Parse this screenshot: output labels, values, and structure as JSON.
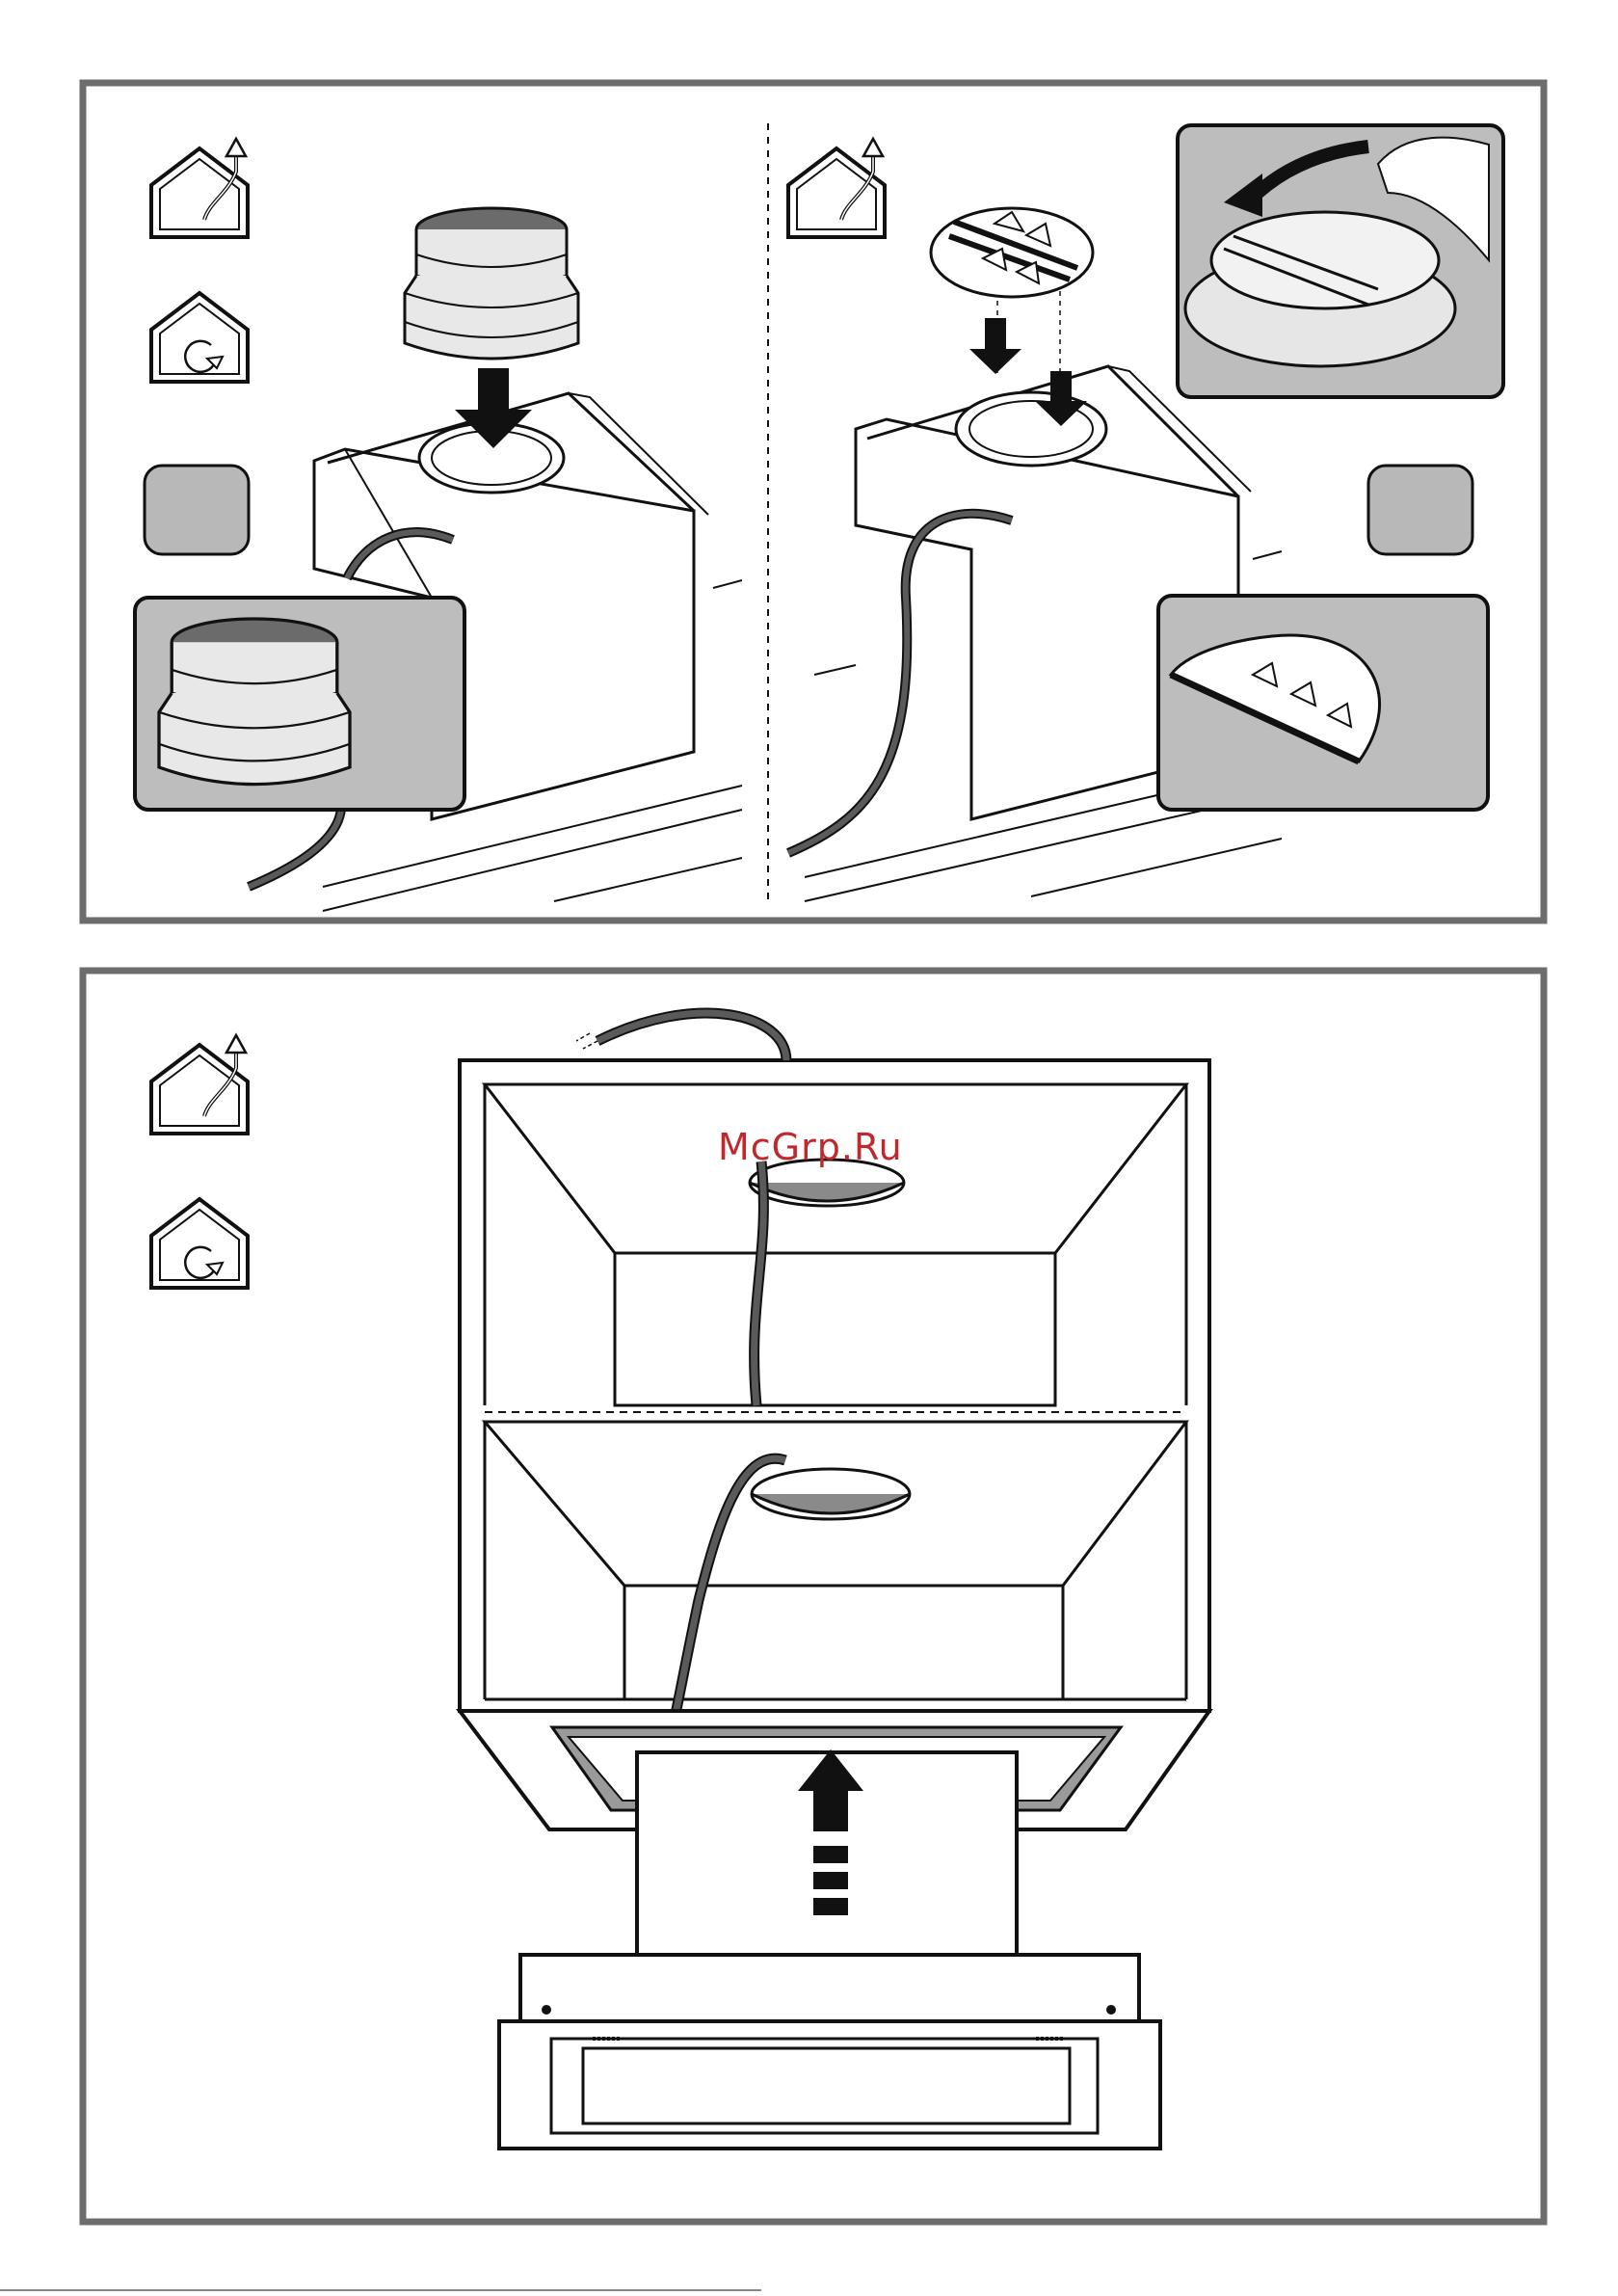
{
  "watermark": "McGrp.Ru",
  "panels": [
    {
      "name": "top-panel",
      "steps": [
        "ducted-installation",
        "recirculation-installation"
      ]
    },
    {
      "name": "bottom-panel",
      "steps": [
        "ducted-installation",
        "recirculation-installation"
      ]
    }
  ],
  "icons": [
    "ducted-mode-icon",
    "recirculation-mode-icon",
    "down-arrow-icon",
    "rotate-arrow-icon",
    "up-arrow-icon"
  ],
  "colors": {
    "line": "#1a1a1a",
    "panel_border": "#6d6d6d",
    "callout_fill": "#bdbdbd",
    "cable": "#5a5a5a",
    "watermark": "#c0282d"
  }
}
